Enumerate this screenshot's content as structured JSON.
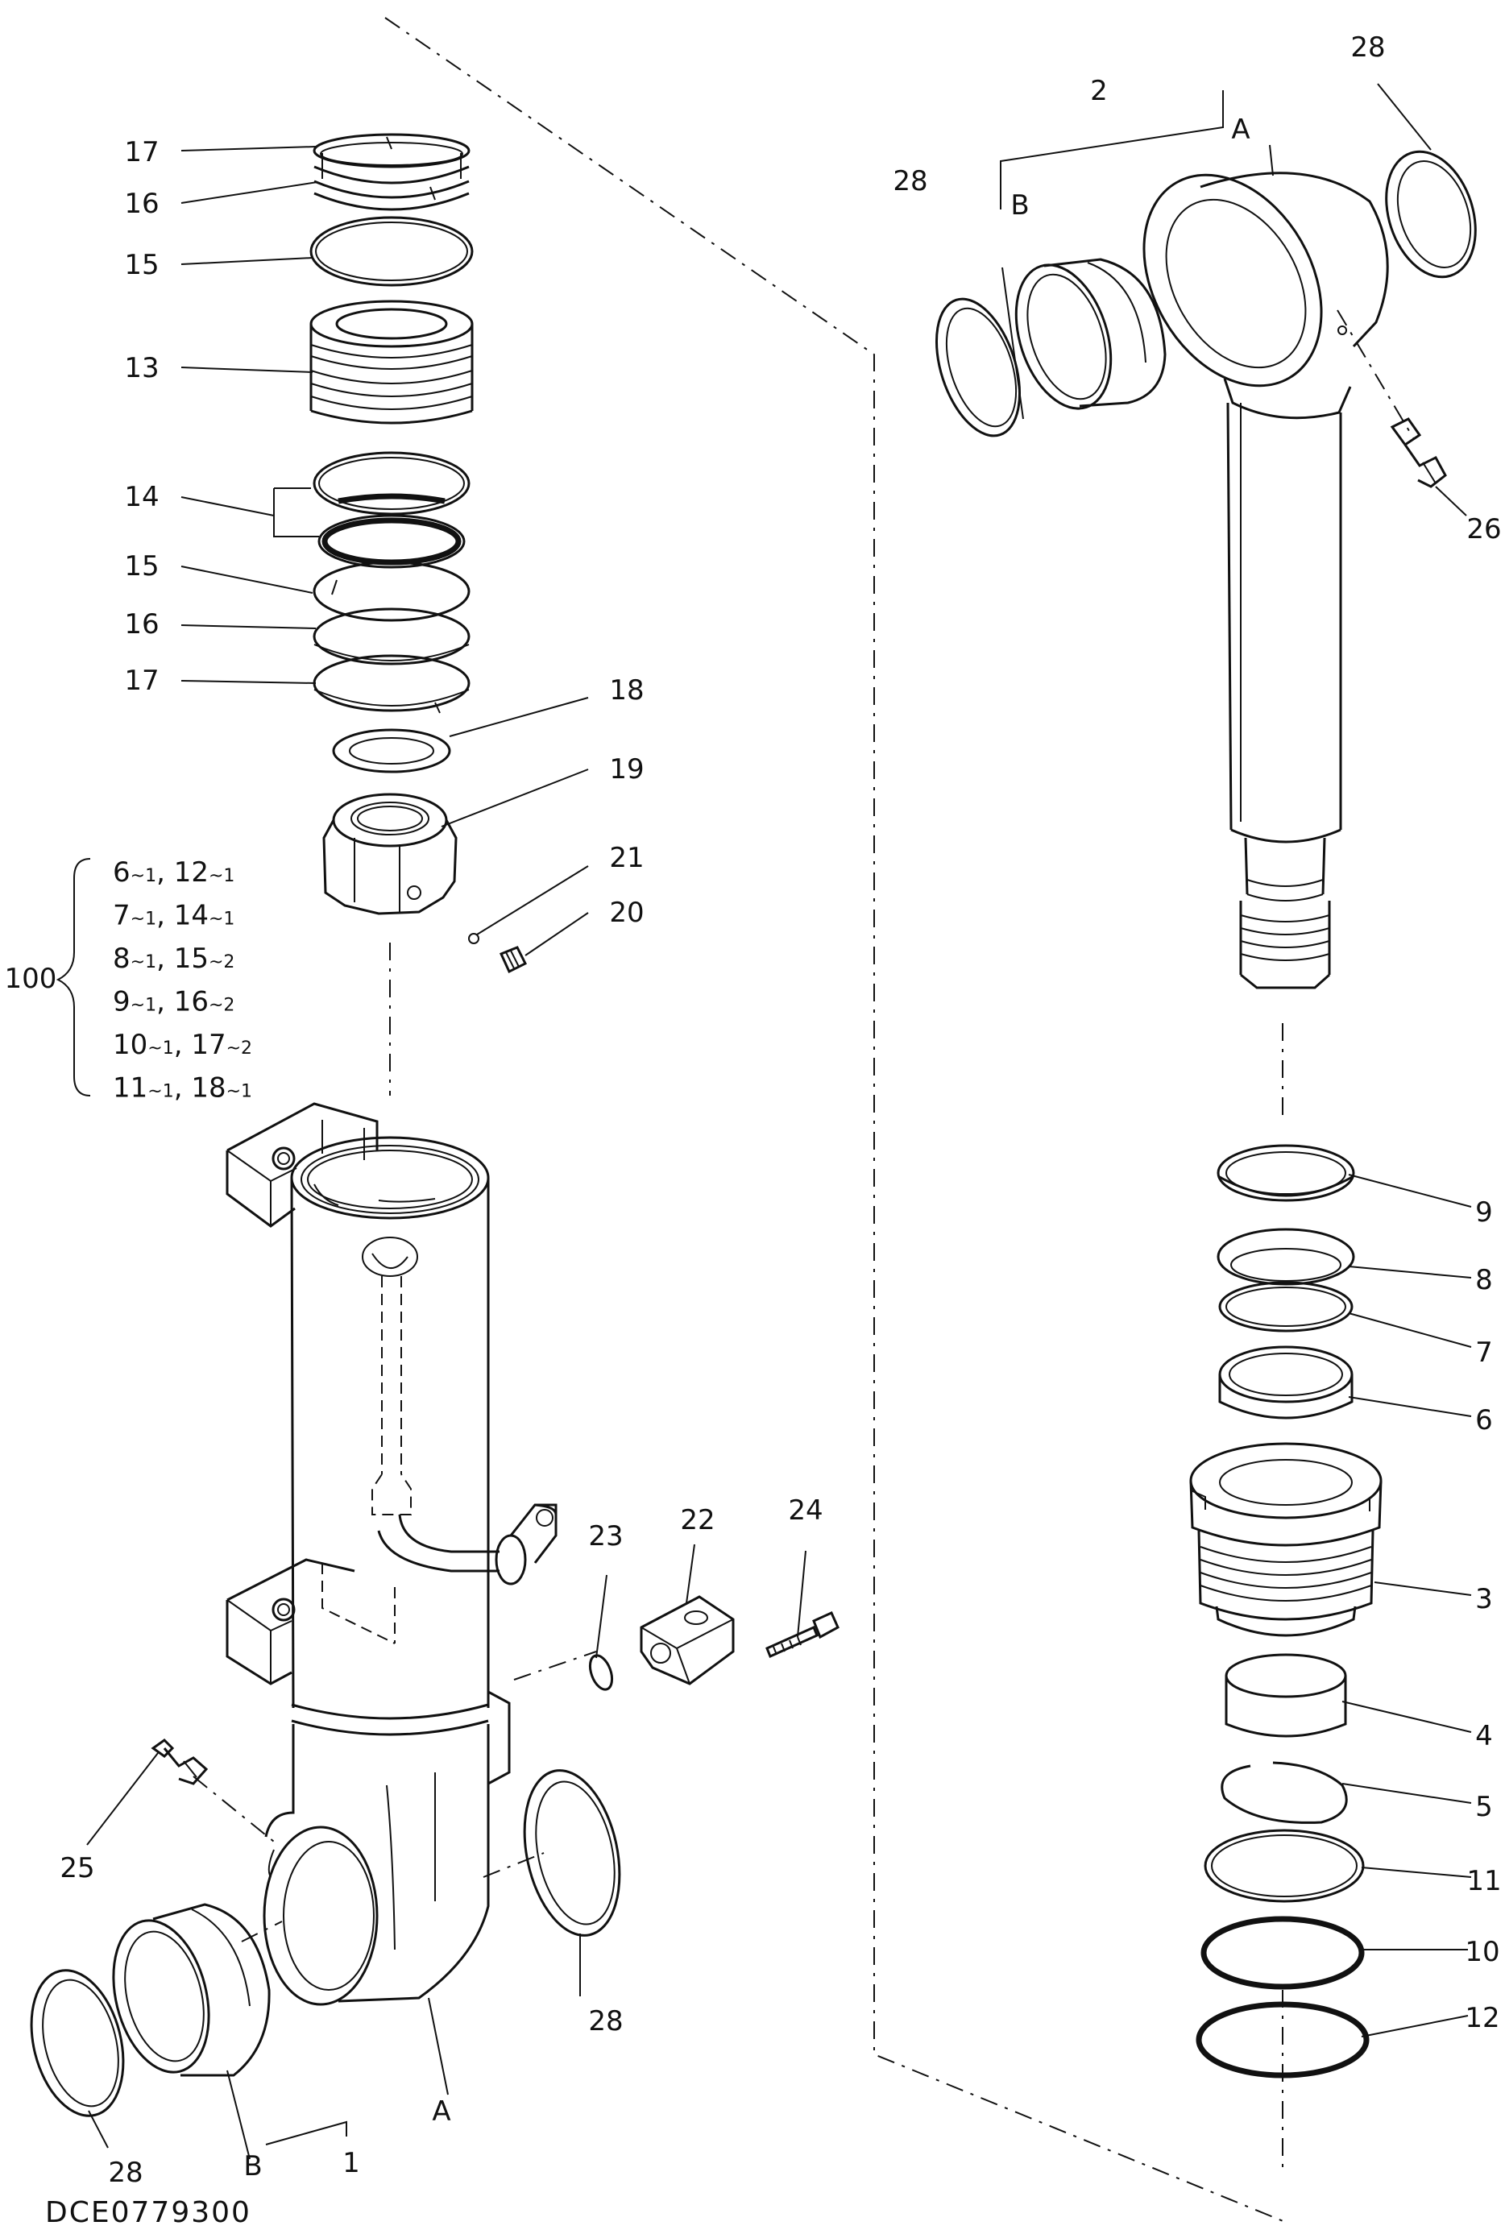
{
  "diagram": {
    "drawing_code": "DCE0779300",
    "callouts": [
      {
        "id": "c17a",
        "text": "17"
      },
      {
        "id": "c16a",
        "text": "16"
      },
      {
        "id": "c15a",
        "text": "15"
      },
      {
        "id": "c13",
        "text": "13"
      },
      {
        "id": "c14",
        "text": "14"
      },
      {
        "id": "c15b",
        "text": "15"
      },
      {
        "id": "c16b",
        "text": "16"
      },
      {
        "id": "c17b",
        "text": "17"
      },
      {
        "id": "c18",
        "text": "18"
      },
      {
        "id": "c19",
        "text": "19"
      },
      {
        "id": "c21",
        "text": "21"
      },
      {
        "id": "c20",
        "text": "20"
      },
      {
        "id": "c23",
        "text": "23"
      },
      {
        "id": "c22",
        "text": "22"
      },
      {
        "id": "c24",
        "text": "24"
      },
      {
        "id": "c25",
        "text": "25"
      },
      {
        "id": "c28a",
        "text": "28"
      },
      {
        "id": "c28b",
        "text": "28"
      },
      {
        "id": "c1",
        "text": "1"
      },
      {
        "id": "cB1",
        "text": "B"
      },
      {
        "id": "cA1",
        "text": "A"
      },
      {
        "id": "c2",
        "text": "2"
      },
      {
        "id": "cA2",
        "text": "A"
      },
      {
        "id": "cB2",
        "text": "B"
      },
      {
        "id": "c28c",
        "text": "28"
      },
      {
        "id": "c28d",
        "text": "28"
      },
      {
        "id": "c26",
        "text": "26"
      },
      {
        "id": "c9",
        "text": "9"
      },
      {
        "id": "c8",
        "text": "8"
      },
      {
        "id": "c7",
        "text": "7"
      },
      {
        "id": "c6",
        "text": "6"
      },
      {
        "id": "c3",
        "text": "3"
      },
      {
        "id": "c4",
        "text": "4"
      },
      {
        "id": "c5",
        "text": "5"
      },
      {
        "id": "c11",
        "text": "11"
      },
      {
        "id": "c10",
        "text": "10"
      },
      {
        "id": "c12",
        "text": "12"
      }
    ],
    "kit": {
      "label": "100",
      "rows": [
        [
          {
            "n": "6",
            "q": "1"
          },
          {
            "n": "12",
            "q": "1"
          }
        ],
        [
          {
            "n": "7",
            "q": "1"
          },
          {
            "n": "14",
            "q": "1"
          }
        ],
        [
          {
            "n": "8",
            "q": "1"
          },
          {
            "n": "15",
            "q": "2"
          }
        ],
        [
          {
            "n": "9",
            "q": "1"
          },
          {
            "n": "16",
            "q": "2"
          }
        ],
        [
          {
            "n": "10",
            "q": "1"
          },
          {
            "n": "17",
            "q": "2"
          }
        ],
        [
          {
            "n": "11",
            "q": "1"
          },
          {
            "n": "18",
            "q": "1"
          }
        ]
      ],
      "tilde": "~",
      "separator": ", "
    }
  }
}
